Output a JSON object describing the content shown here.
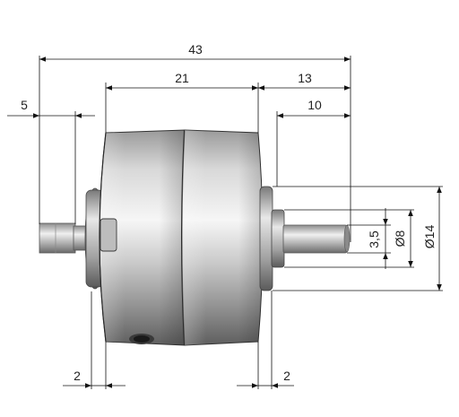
{
  "drawing": {
    "dimensions": {
      "overall_length": "43",
      "body_length": "21",
      "output_shaft_length": "13",
      "output_shaft_free_length": "10",
      "input_shaft_length": "5",
      "left_flange": "2",
      "right_flange": "2",
      "shaft_flat": "3,5",
      "shaft_diameter": "Ø8",
      "hub_diameter": "Ø14"
    },
    "colors": {
      "line": "#111111",
      "metal_light": "#f4f4f4",
      "metal_mid": "#b9b9b9",
      "metal_dark": "#6e6e6e"
    }
  }
}
